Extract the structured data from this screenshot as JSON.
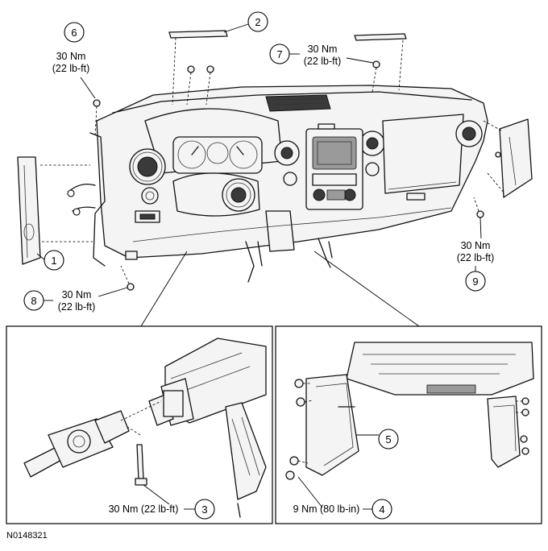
{
  "callouts": [
    {
      "id": "1",
      "label": "1"
    },
    {
      "id": "2",
      "label": "2"
    },
    {
      "id": "3",
      "label": "3"
    },
    {
      "id": "4",
      "label": "4"
    },
    {
      "id": "5",
      "label": "5"
    },
    {
      "id": "6",
      "label": "6"
    },
    {
      "id": "7",
      "label": "7"
    },
    {
      "id": "8",
      "label": "8"
    },
    {
      "id": "9",
      "label": "9"
    }
  ],
  "torques": {
    "c6": {
      "line1": "30 Nm",
      "line2": "(22 lb-ft)"
    },
    "c7": {
      "line1": "30 Nm",
      "line2": "(22 lb-ft)"
    },
    "c8": {
      "line1": "30 Nm",
      "line2": "(22 lb-ft)"
    },
    "c9": {
      "line1": "30 Nm",
      "line2": "(22 lb-ft)"
    },
    "c3": {
      "text": "30 Nm (22 lb-ft)"
    },
    "c4": {
      "text": "9 Nm (80 lb-in)"
    }
  },
  "figure_ref": "N0148321",
  "colors": {
    "line": "#111111",
    "background": "#ffffff",
    "shade": "#3a3a3a"
  }
}
